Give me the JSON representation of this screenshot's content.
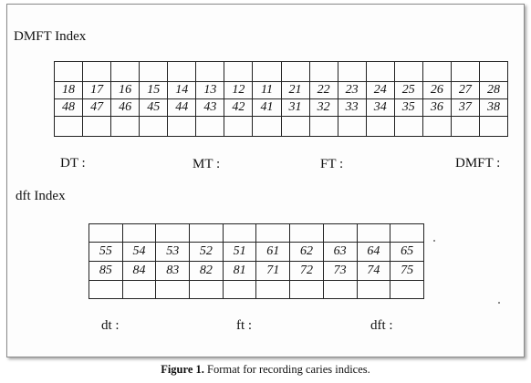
{
  "dmft": {
    "title": "DMFT Index",
    "upper": [
      "18",
      "17",
      "16",
      "15",
      "14",
      "13",
      "12",
      "11",
      "21",
      "22",
      "23",
      "24",
      "25",
      "26",
      "27",
      "28"
    ],
    "lower": [
      "48",
      "47",
      "46",
      "45",
      "44",
      "43",
      "42",
      "41",
      "31",
      "32",
      "33",
      "34",
      "35",
      "36",
      "37",
      "38"
    ],
    "labels": {
      "dt": "DT :",
      "mt": "MT :",
      "ft": "FT :",
      "total": "DMFT :"
    }
  },
  "dft": {
    "title": "dft Index",
    "upper": [
      "55",
      "54",
      "53",
      "52",
      "51",
      "61",
      "62",
      "63",
      "64",
      "65"
    ],
    "lower": [
      "85",
      "84",
      "83",
      "82",
      "81",
      "71",
      "72",
      "73",
      "74",
      "75"
    ],
    "labels": {
      "dt": "dt :",
      "ft": "ft :",
      "total": "dft :"
    }
  },
  "caption": {
    "prefix": "Figure 1.",
    "text": " Format for recording caries indices."
  }
}
